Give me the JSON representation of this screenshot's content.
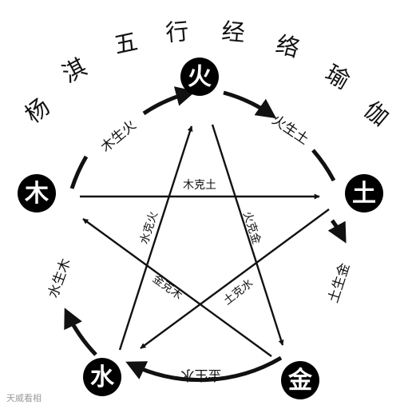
{
  "title": "杨淇五行经络瑜伽",
  "elements": {
    "fire": "火",
    "earth": "土",
    "metal": "金",
    "water": "水",
    "wood": "木"
  },
  "generating": {
    "wood_fire": "木生火",
    "fire_earth": "火生土",
    "earth_metal": "土生金",
    "metal_water": "金生水",
    "water_wood": "水生木"
  },
  "controlling": {
    "wood_earth": "木克土",
    "earth_water": "土克水",
    "water_fire": "水克火",
    "fire_metal": "火克金",
    "metal_wood": "金克木"
  },
  "watermark": "天威看相"
}
